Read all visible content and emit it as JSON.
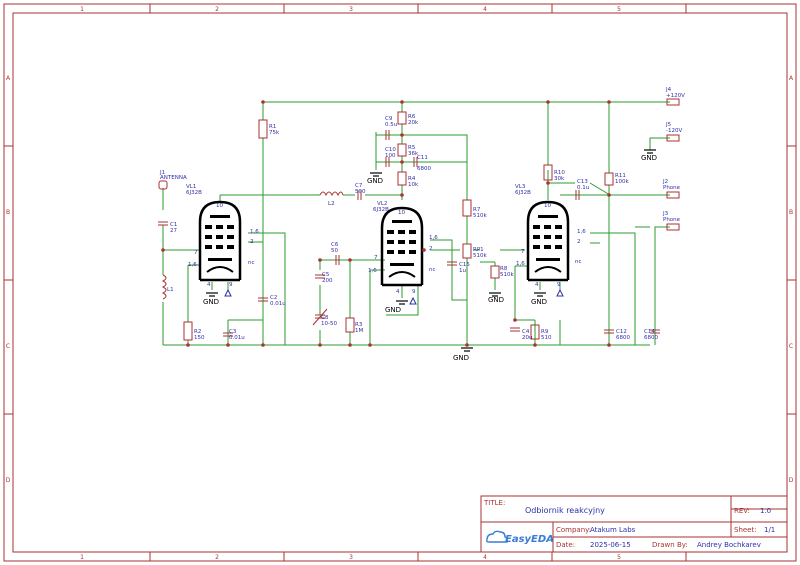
{
  "frame": {
    "columns": [
      "1",
      "2",
      "3",
      "4",
      "5"
    ],
    "rows": [
      "A",
      "B",
      "C",
      "D"
    ]
  },
  "title_block": {
    "title_label": "TITLE:",
    "title": "Odbiornik reakcyjny",
    "rev_label": "REV:",
    "rev": "1.0",
    "company_label": "Company:",
    "company": "Atakum Labs",
    "sheet_label": "Sheet:",
    "sheet": "1/1",
    "date_label": "Date:",
    "date": "2025-06-15",
    "drawn_label": "Drawn By:",
    "drawn_by": "Andrey Bochkarev",
    "logo_text": "EasyEDA"
  },
  "connectors": {
    "j1": {
      "ref": "J1",
      "label": "ANTENNA"
    },
    "j4": {
      "ref": "J4",
      "label": "+120V"
    },
    "j5": {
      "ref": "J5",
      "label": "-120V"
    },
    "j2": {
      "ref": "J2",
      "label": "Phone"
    },
    "j3": {
      "ref": "J3",
      "label": "Phone"
    }
  },
  "tubes": {
    "vl1": {
      "ref": "VL1",
      "type": "6J32B"
    },
    "vl2": {
      "ref": "VL2",
      "type": "6J32B"
    },
    "vl3": {
      "ref": "VL3",
      "type": "6J32B"
    }
  },
  "pins": {
    "p10": "10",
    "p7": "7",
    "p16": "1,6",
    "p2": "2",
    "p4": "4",
    "p9": "9",
    "nc": "nc",
    "p3": "3"
  },
  "resistors": {
    "r1": {
      "ref": "R1",
      "value": "75k"
    },
    "r2": {
      "ref": "R2",
      "value": "150"
    },
    "r3": {
      "ref": "R3",
      "value": "1M"
    },
    "r4": {
      "ref": "R4",
      "value": "10k"
    },
    "r5": {
      "ref": "R5",
      "value": "36k"
    },
    "r6": {
      "ref": "R6",
      "value": "20k"
    },
    "r7": {
      "ref": "R7",
      "value": "510k"
    },
    "r8": {
      "ref": "R8",
      "value": "510k"
    },
    "r9": {
      "ref": "R9",
      "value": "510"
    },
    "r10": {
      "ref": "R10",
      "value": "30k"
    },
    "r11": {
      "ref": "R11",
      "value": "100k"
    },
    "rp1": {
      "ref": "RP1",
      "value": "510k"
    }
  },
  "capacitors": {
    "c1": {
      "ref": "C1",
      "value": "27"
    },
    "c2": {
      "ref": "C2",
      "value": "0.01u"
    },
    "c3": {
      "ref": "C3",
      "value": "0.01u"
    },
    "c4": {
      "ref": "C4",
      "value": "20u"
    },
    "c5": {
      "ref": "C5",
      "value": "200"
    },
    "c6": {
      "ref": "C6",
      "value": "50"
    },
    "c7": {
      "ref": "C7",
      "value": "500"
    },
    "c8": {
      "ref": "C8",
      "value": "10-50"
    },
    "c9": {
      "ref": "C9",
      "value": "0.5u"
    },
    "c10": {
      "ref": "C10",
      "value": "100"
    },
    "c11": {
      "ref": "C11",
      "value": "6800"
    },
    "c12": {
      "ref": "C12",
      "value": "6800"
    },
    "c13": {
      "ref": "C13",
      "value": "0.1u"
    },
    "c14": {
      "ref": "C14",
      "value": "6800"
    },
    "c15": {
      "ref": "C15",
      "value": "1u"
    }
  },
  "inductors": {
    "l1": {
      "ref": "L1"
    },
    "l2": {
      "ref": "L2"
    }
  },
  "gnd_label": "GND",
  "colors": {
    "border": "#a83232",
    "wire": "#2e9a2e",
    "label": "#2f2fa8",
    "logo": "#3a7bd5"
  }
}
